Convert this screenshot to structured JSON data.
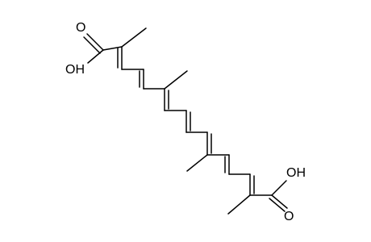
{
  "molecule": {
    "atom_labels": [
      {
        "id": "o-top-carbonyl",
        "text": "O"
      },
      {
        "id": "oh-top",
        "text": "OH"
      },
      {
        "id": "oh-bottom",
        "text": "OH"
      },
      {
        "id": "o-bottom-carbonyl",
        "text": "O"
      }
    ]
  }
}
